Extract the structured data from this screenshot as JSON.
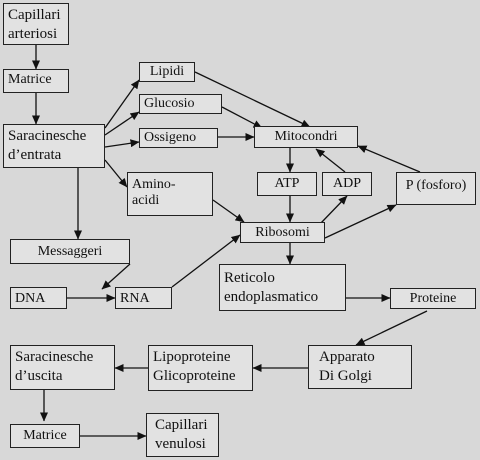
{
  "diagram": {
    "nodes": {
      "capillari_arteriosi": "Capillari\narteriosi",
      "matrice_in": "Matrice",
      "saracinesche_entrata": "Saracinesche\nd’entrata",
      "lipidi": "Lipidi",
      "glucosio": "Glucosio",
      "ossigeno": "Ossigeno",
      "amminoacidi": "Amino-\nacidi",
      "mitocondri": "Mitocondri",
      "atp": "ATP",
      "adp": "ADP",
      "fosforo": "P (fosforo)",
      "ribosomi": "Ribosomi",
      "messaggeri": "Messaggeri",
      "dna": "DNA",
      "rna": "RNA",
      "reticolo": "Reticolo\nendoplasmatico",
      "proteine": "Proteine",
      "apparato_golgi": "Apparato\nDi Golgi",
      "lipoproteine": "Lipoproteine\nGlicoproteine",
      "saracinesche_uscita": "Saracinesche\nd’uscita",
      "matrice_out": "Matrice",
      "capillari_venulosi": "Capillari\nvenulosi"
    },
    "colors": {
      "background": "#d8d8d8",
      "box_fill": "#e2e2e2",
      "line": "#111111"
    }
  }
}
